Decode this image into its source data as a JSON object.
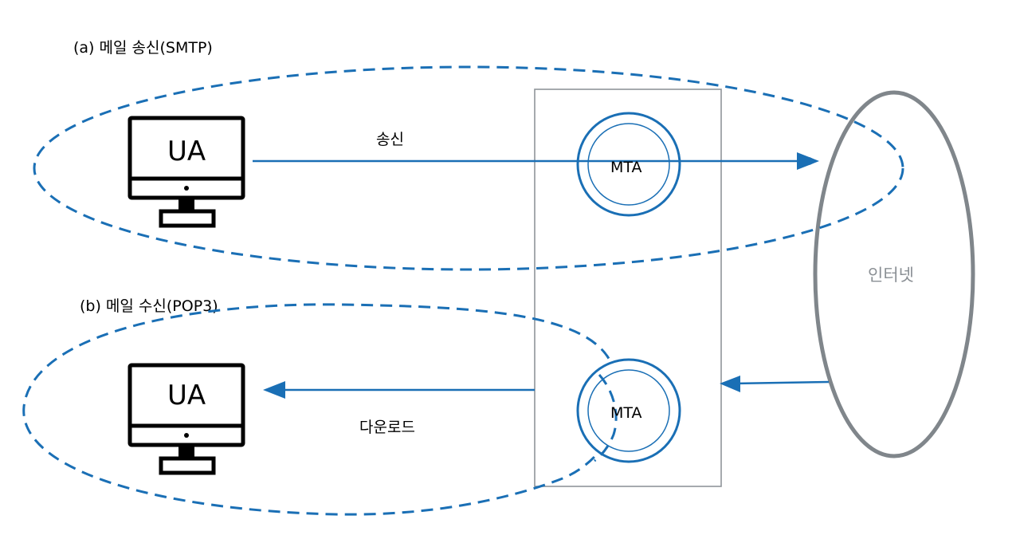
{
  "sections": {
    "send_title": "(a) 메일 송신(SMTP)",
    "receive_title": "(b) 메일 수신(POP3)"
  },
  "send": {
    "ua_label": "UA",
    "arrow_label": "송신",
    "mta_label": "MTA"
  },
  "receive": {
    "ua_label": "UA",
    "arrow_label": "다운로드",
    "mta_label": "MTA"
  },
  "internet": {
    "label": "인터넷"
  },
  "colors": {
    "flow": "#1a6fb5",
    "dashed": "#1a6fb5",
    "server_box": "#8f959a",
    "internet_ellipse": "#80868b",
    "monitor": "#000000"
  }
}
